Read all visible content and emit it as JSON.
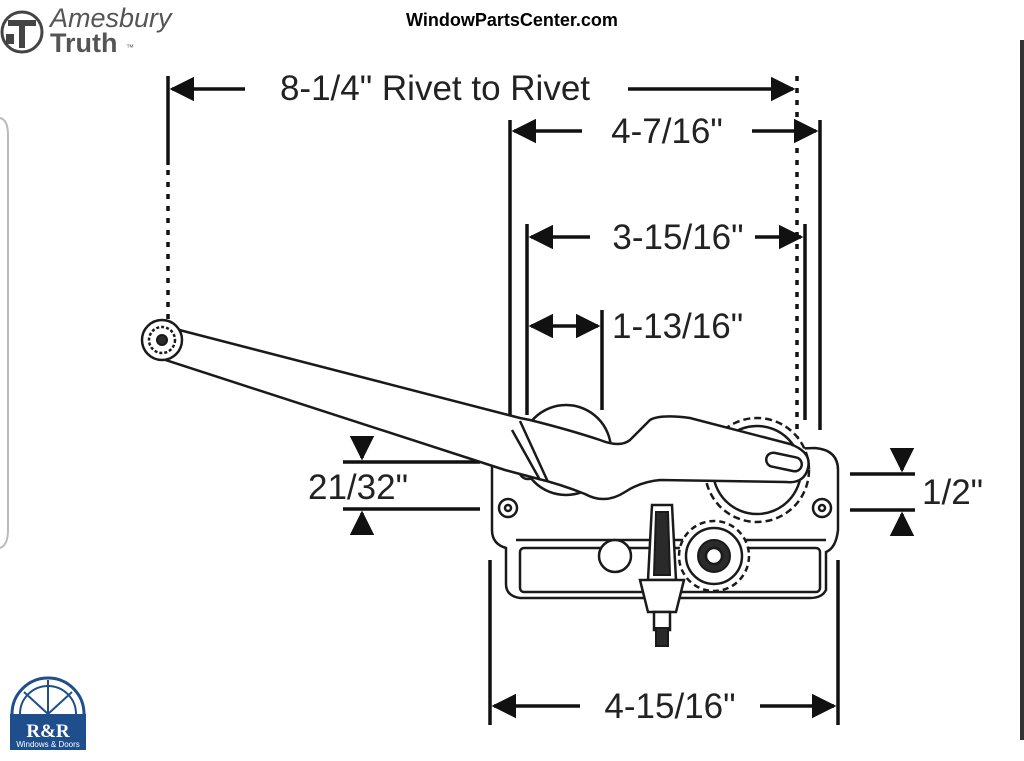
{
  "brand": {
    "logo_line1": "Amesbury",
    "logo_line2": "Truth",
    "logo_tm": "™",
    "site_url": "WindowPartsCenter.com",
    "dealer_logo_main": "R&R",
    "dealer_logo_sub": "Windows & Doors",
    "dealer_color": "#1f4e8c"
  },
  "dimensions": {
    "rivet_to_rivet": "8-1/4\" Rivet to Rivet",
    "overall_top": "4-7/16\"",
    "gear_offset": "3-15/16\"",
    "pivot_offset": "1-13/16\"",
    "left_height": "21/32\"",
    "right_height": "1/2\"",
    "base_width": "4-15/16\""
  },
  "icons": {
    "dealer_window_arch": "window-arch-icon"
  }
}
